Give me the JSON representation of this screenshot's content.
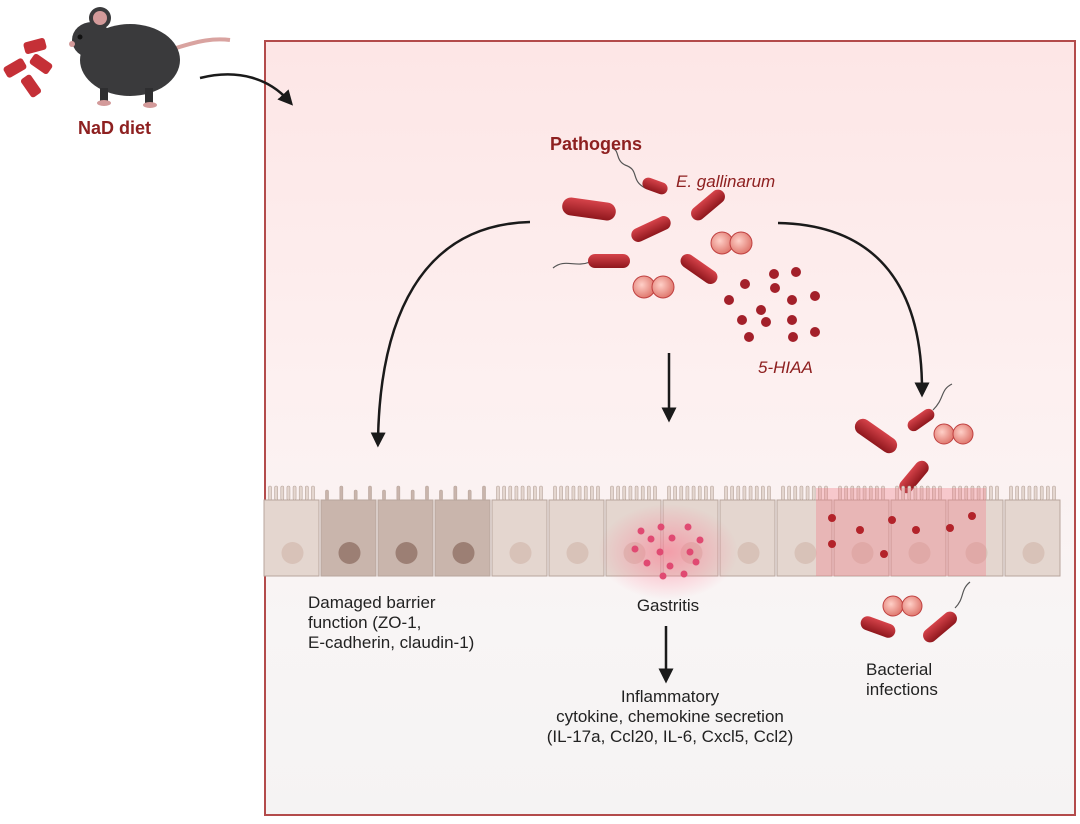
{
  "diet_label": "NaD diet",
  "pathogens_label": "Pathogens",
  "species_label": "E. gallinarum",
  "metabolite_label": "5-HIAA",
  "outcomes": {
    "barrier": [
      "Damaged barrier",
      "function (ZO-1,",
      "E-cadherin, claudin-1)"
    ],
    "gastritis": "Gastritis",
    "cytokines": [
      "Inflammatory",
      "cytokine, chemokine secretion",
      "(IL-17a, Ccl20, IL-6, Cxcl5, Ccl2)"
    ],
    "infection": [
      "Bacterial",
      "infections"
    ]
  },
  "colors": {
    "frame_border": "#b34b4b",
    "bacteria": "#b3232a",
    "label_red": "#8e2020",
    "epithelium": "#e4d6cf",
    "damaged_cell": "#c9b5ac",
    "inflamed": "#f08a9a"
  }
}
